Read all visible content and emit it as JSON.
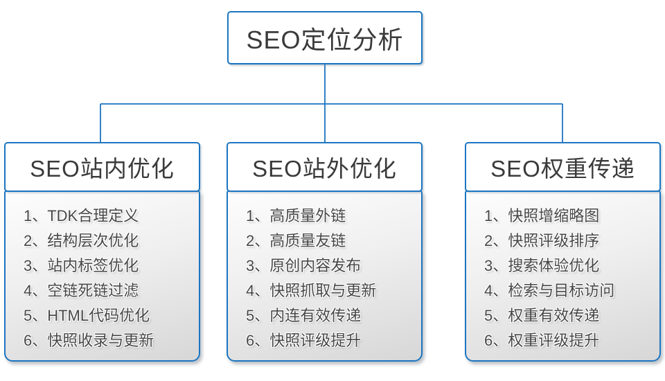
{
  "colors": {
    "accent_blue": "#1b75c0",
    "box_background": "#ffffff",
    "panel_gradient_top": "#fdfdfd",
    "panel_gradient_bottom": "#d7d7d7",
    "heading_text": "#3a3a3a",
    "list_text": "#474747"
  },
  "root": {
    "title": "SEO定位分析"
  },
  "sections": [
    {
      "title": "SEO站内优化",
      "items": [
        "1、TDK合理定义",
        "2、结构层次优化",
        "3、站内标签优化",
        "4、空链死链过滤",
        "5、HTML代码优化",
        "6、快照收录与更新"
      ]
    },
    {
      "title": "SEO站外优化",
      "items": [
        "1、高质量外链",
        "2、高质量友链",
        "3、原创内容发布",
        "4、快照抓取与更新",
        "5、内连有效传递",
        "6、快照评级提升"
      ]
    },
    {
      "title": "SEO权重传递",
      "items": [
        "1、快照增缩略图",
        "2、快照评级排序",
        "3、搜索体验优化",
        "4、检索与目标访问",
        "5、权重有效传递",
        "6、权重评级提升"
      ]
    }
  ]
}
